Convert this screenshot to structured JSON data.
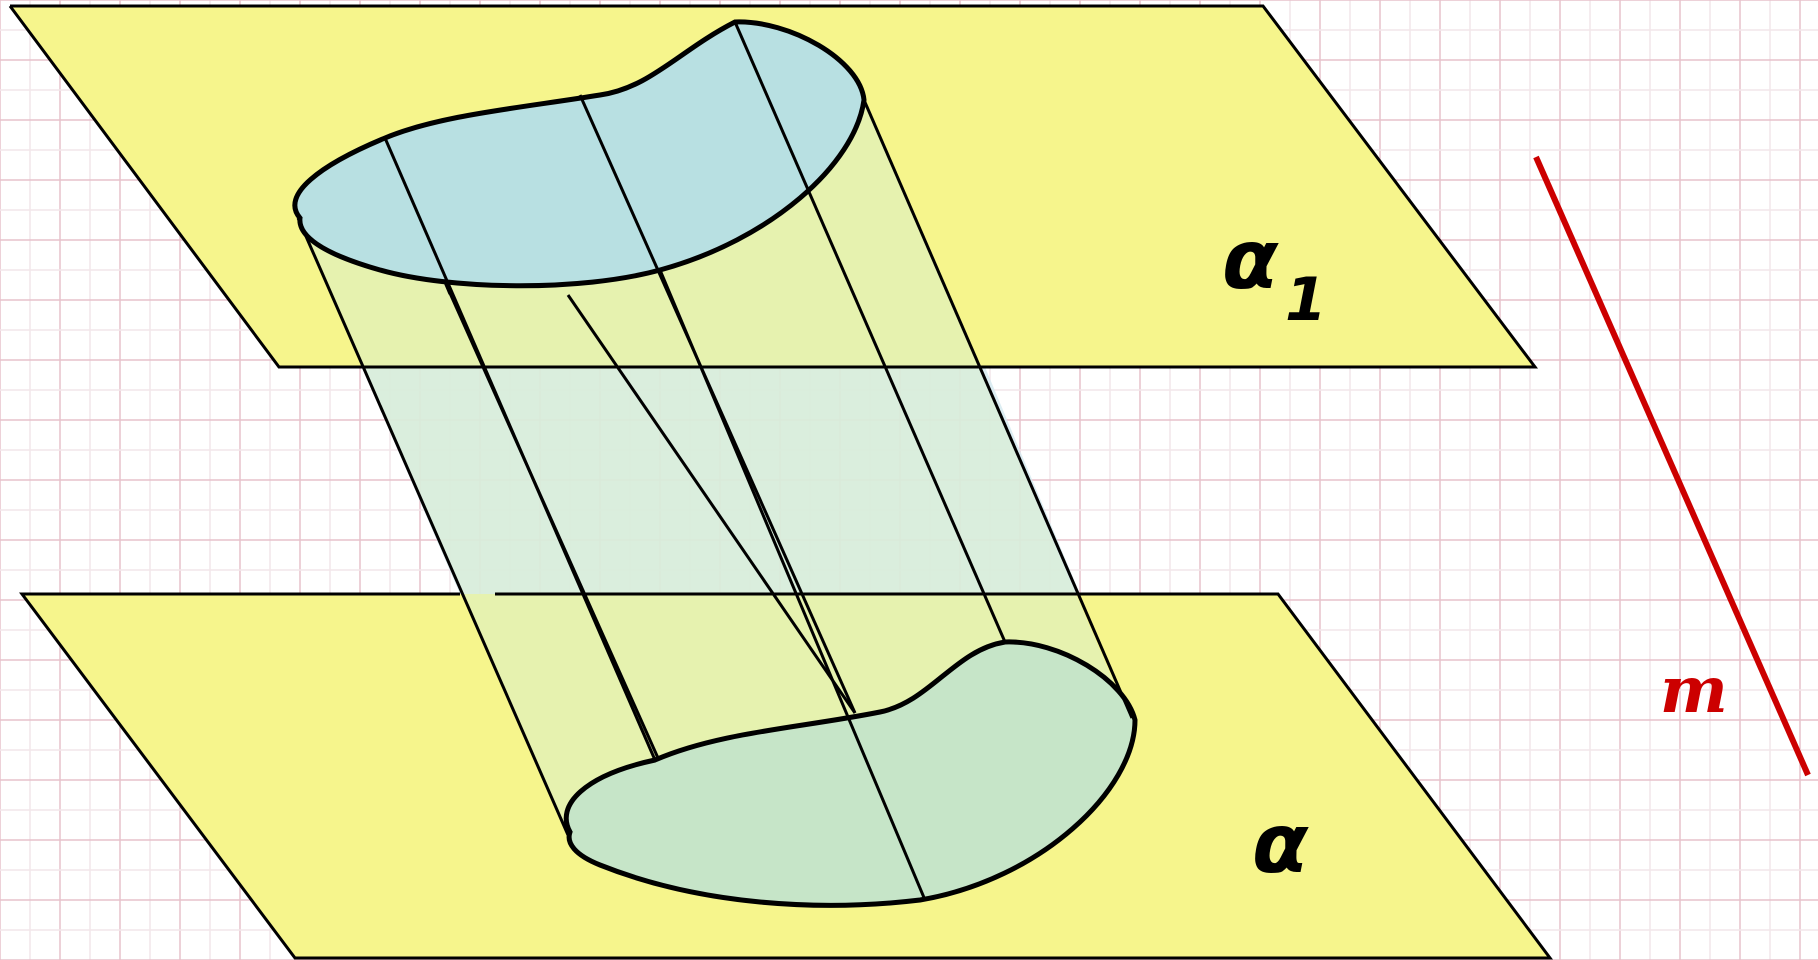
{
  "labels": {
    "upper_plane": "α",
    "upper_plane_subscript": "1",
    "lower_plane": "α",
    "line": "m"
  },
  "colors": {
    "grid_line": "#e7c2cc",
    "grid_line_light": "#f2e6ea",
    "plane_fill": "#f6f58c",
    "top_base_fill": "#b8e0e2",
    "bottom_base_fill": "#c6e5c8",
    "lateral_fill": "#d8eecc",
    "middle_gap_fill": "#d6eaf0",
    "outline": "#000000",
    "line_m": "#cc0000"
  }
}
